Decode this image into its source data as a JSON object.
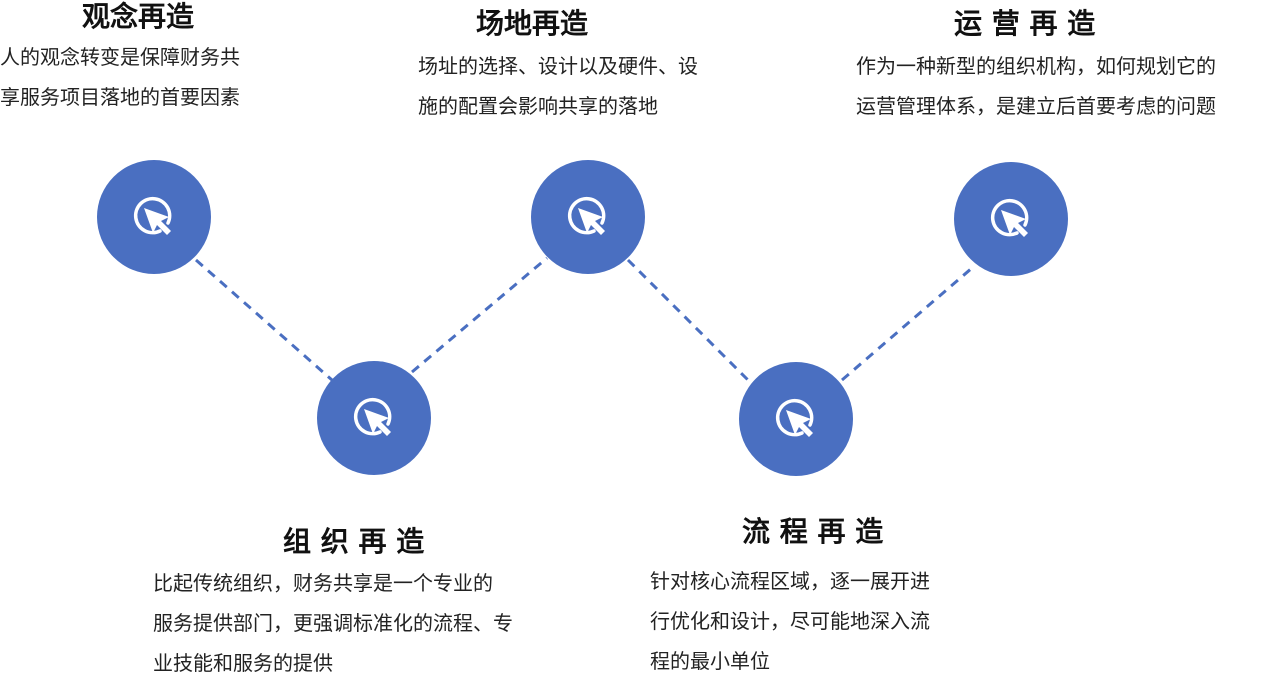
{
  "theme": {
    "accent": "#4a6fc1",
    "connector": "#4a6fc1",
    "node_icon": "cursor-click-icon"
  },
  "items": [
    {
      "id": "guannian",
      "title": "观念再造",
      "lines": [
        "人的观念转变是保障财务共",
        "享服务项目落地的首要因素"
      ]
    },
    {
      "id": "changdi",
      "title": "场地再造",
      "lines": [
        "场址的选择、设计以及硬件、设",
        "施的配置会影响共享的落地"
      ]
    },
    {
      "id": "yunying",
      "title": "运 营 再 造",
      "lines": [
        "作为一种新型的组织机构，如何规划它的",
        "运营管理体系，是建立后首要考虑的问题"
      ]
    },
    {
      "id": "zuzhi",
      "title": "组 织 再 造",
      "lines": [
        "比起传统组织，财务共享是一个专业的",
        "服务提供部门，更强调标准化的流程、专",
        "业技能和服务的提供"
      ]
    },
    {
      "id": "liucheng",
      "title": "流 程 再 造",
      "lines": [
        "针对核心流程区域，逐一展开进",
        "行优化和设计，尽可能地深入流",
        "程的最小单位"
      ]
    }
  ]
}
